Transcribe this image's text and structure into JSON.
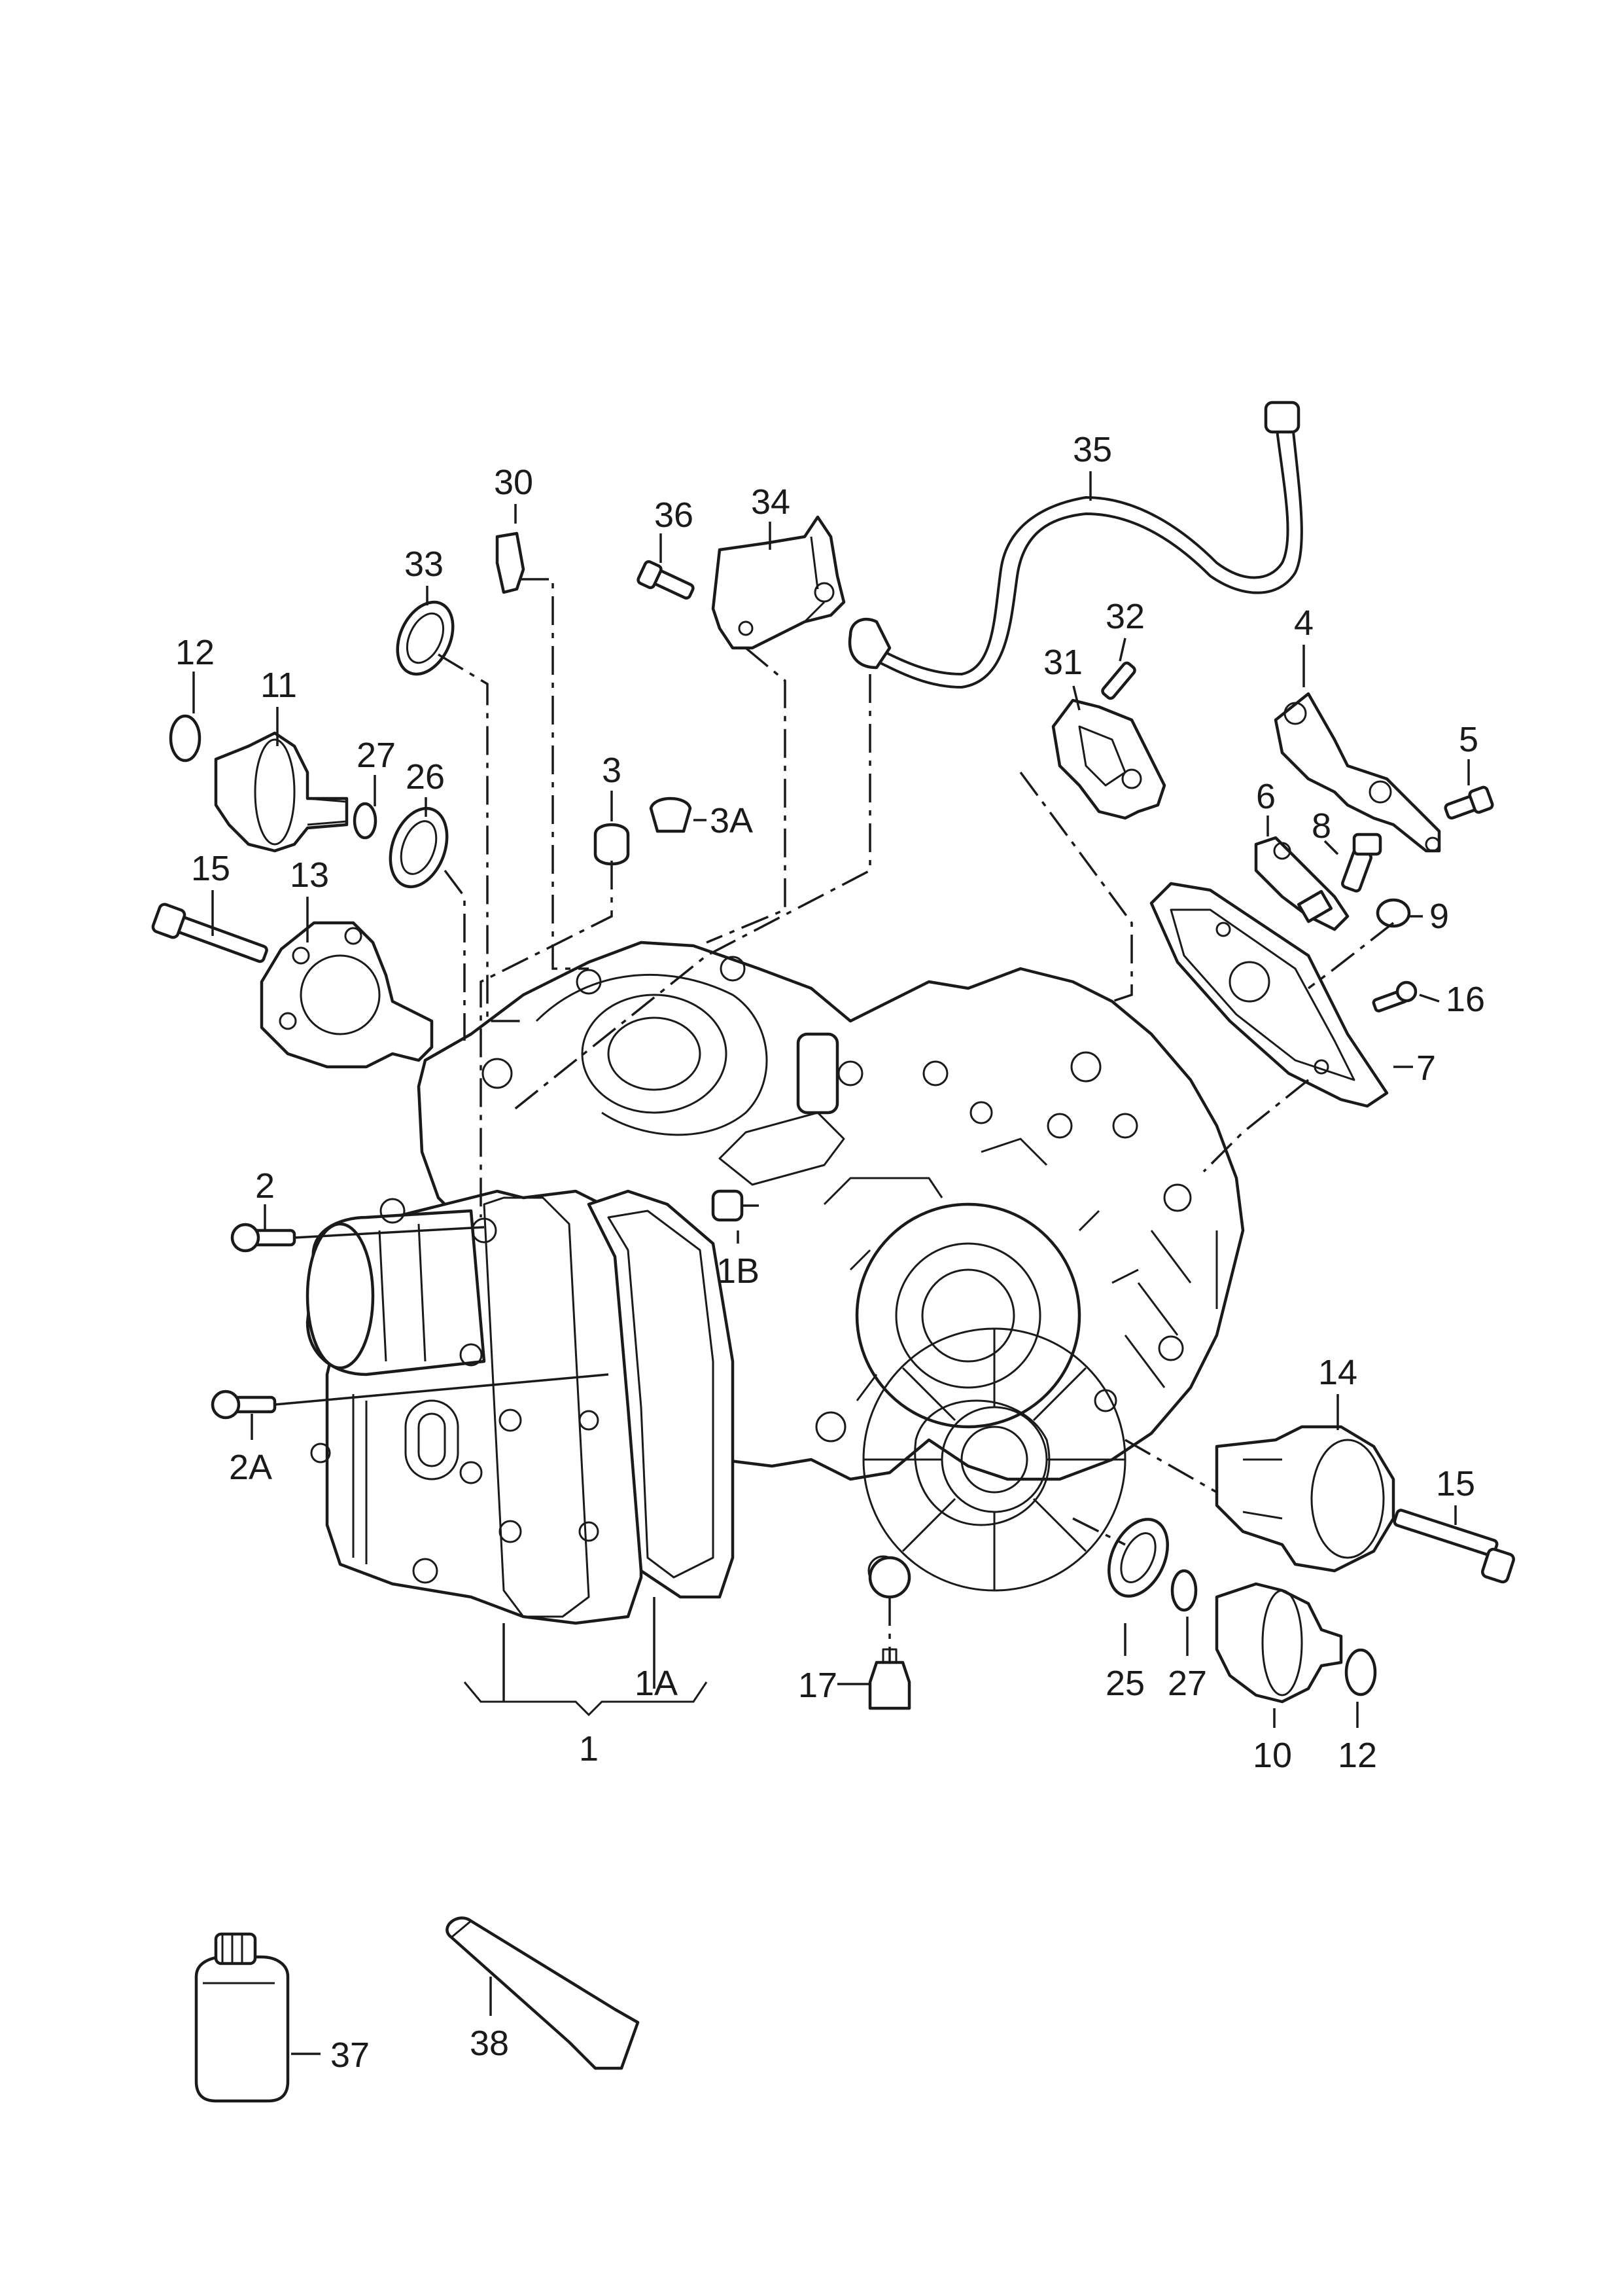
{
  "callouts": {
    "c1": "1",
    "c1A": "1A",
    "c1B": "1B",
    "c2": "2",
    "c2A": "2A",
    "c3": "3",
    "c3A": "3A",
    "c4": "4",
    "c5": "5",
    "c6": "6",
    "c7": "7",
    "c8": "8",
    "c9": "9",
    "c10": "10",
    "c11": "11",
    "c12a": "12",
    "c12b": "12",
    "c13": "13",
    "c14": "14",
    "c15a": "15",
    "c15b": "15",
    "c16": "16",
    "c17": "17",
    "c25": "25",
    "c26": "26",
    "c27a": "27",
    "c27b": "27",
    "c30": "30",
    "c31": "31",
    "c32": "32",
    "c33": "33",
    "c34": "34",
    "c35": "35",
    "c36": "36",
    "c37": "37",
    "c38": "38"
  }
}
